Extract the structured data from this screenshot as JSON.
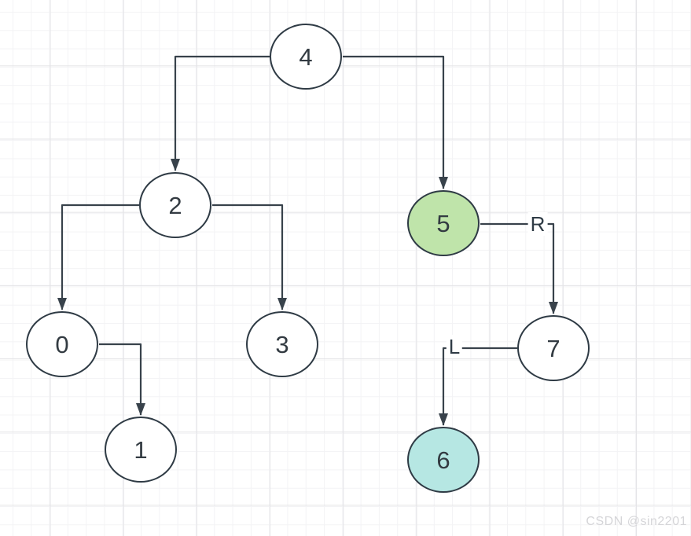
{
  "tree": {
    "nodes": [
      {
        "label": "4",
        "fill": "#ffffff",
        "role": "root"
      },
      {
        "label": "2",
        "fill": "#ffffff",
        "role": "left-child-of-4"
      },
      {
        "label": "5",
        "fill": "#bfe4aa",
        "role": "right-child-of-4"
      },
      {
        "label": "0",
        "fill": "#ffffff",
        "role": "left-child-of-2"
      },
      {
        "label": "3",
        "fill": "#ffffff",
        "role": "right-child-of-2"
      },
      {
        "label": "1",
        "fill": "#ffffff",
        "role": "right-child-of-0"
      },
      {
        "label": "7",
        "fill": "#ffffff",
        "role": "right-child-of-5"
      },
      {
        "label": "6",
        "fill": "#b6e7e3",
        "role": "left-child-of-7"
      }
    ],
    "edges": [
      {
        "from": "4",
        "to": "2",
        "label": ""
      },
      {
        "from": "4",
        "to": "5",
        "label": ""
      },
      {
        "from": "2",
        "to": "0",
        "label": ""
      },
      {
        "from": "2",
        "to": "3",
        "label": ""
      },
      {
        "from": "0",
        "to": "1",
        "label": ""
      },
      {
        "from": "5",
        "to": "7",
        "label": "R"
      },
      {
        "from": "7",
        "to": "6",
        "label": "L"
      }
    ]
  },
  "watermark": "CSDN @sin2201",
  "colors": {
    "stroke": "#2f3b45",
    "node_green": "#bfe4aa",
    "node_cyan": "#b6e7e3",
    "grid_minor": "#f3f3f5",
    "grid_major": "#e4e4e7",
    "watermark_text": "#d5d5d8"
  }
}
